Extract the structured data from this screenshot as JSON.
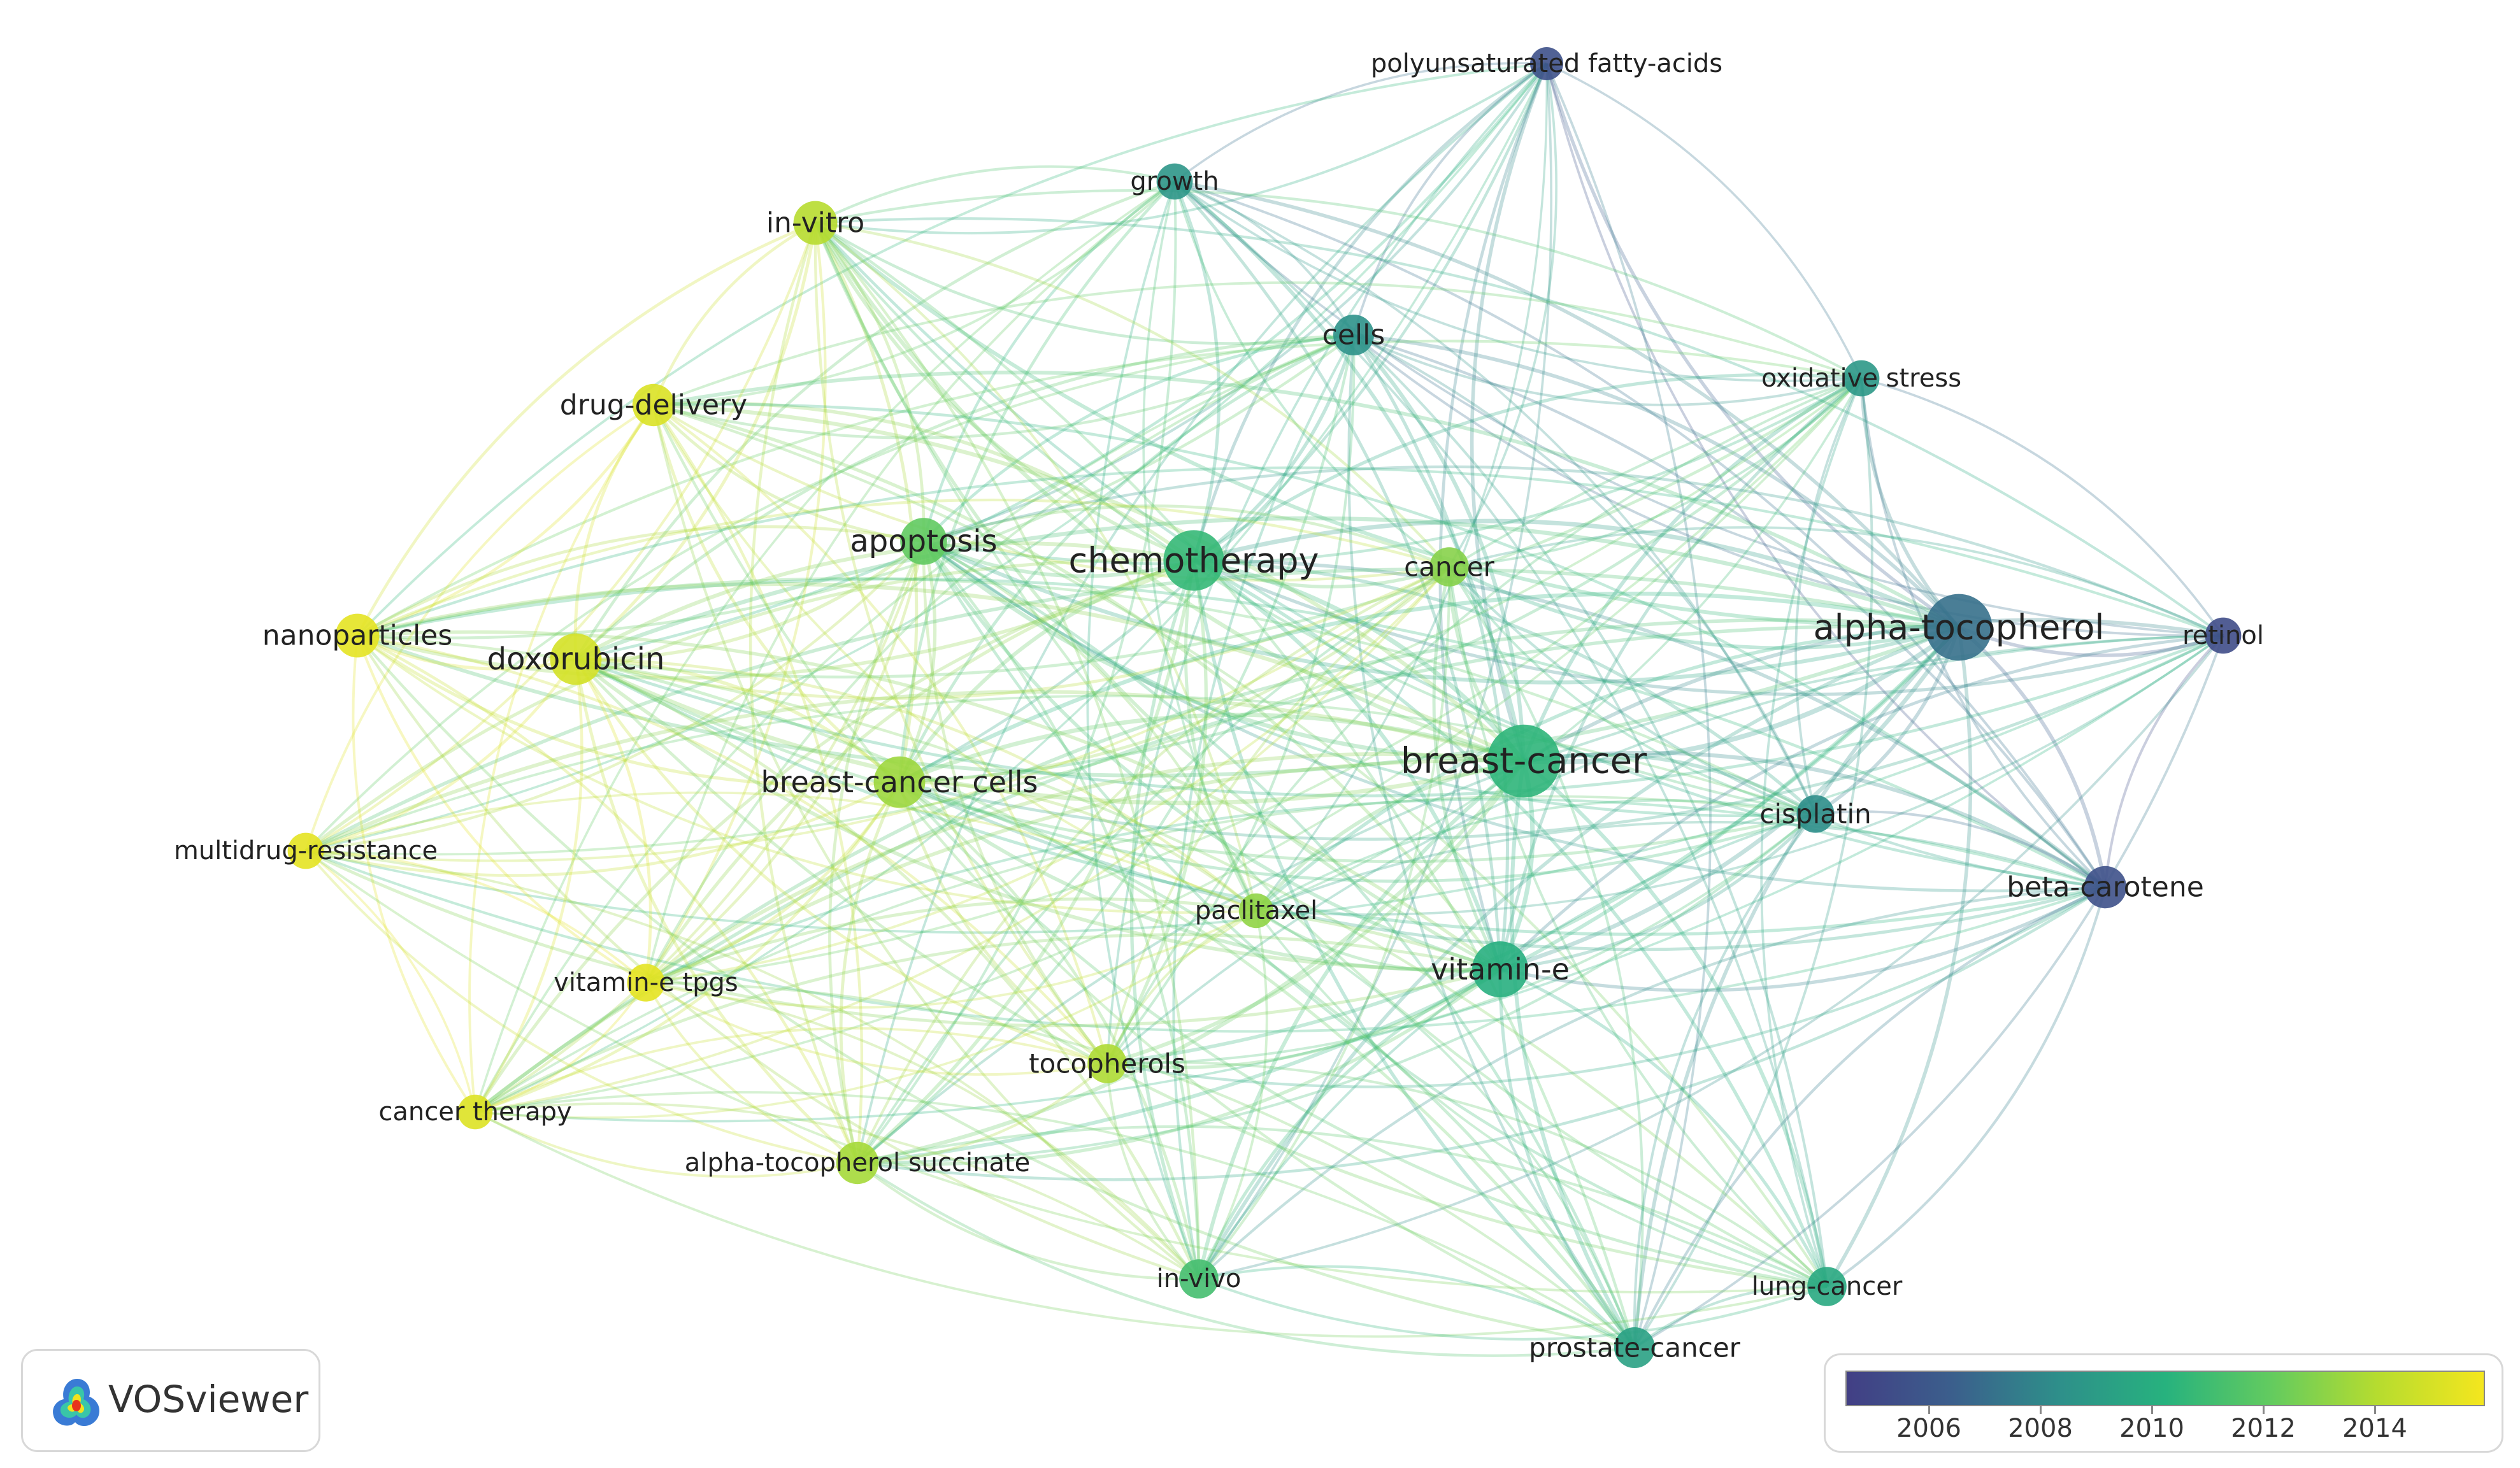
{
  "nodes": [
    {
      "id": "polyunsaturated-fatty-acids",
      "label": "polyunsaturated fatty-acids",
      "year": 2005.3,
      "weight": 1.0
    },
    {
      "id": "growth",
      "label": "growth",
      "year": 2008.4,
      "weight": 1.2
    },
    {
      "id": "in-vitro",
      "label": "in-vitro",
      "year": 2013.8,
      "weight": 1.7
    },
    {
      "id": "cells",
      "label": "cells",
      "year": 2008.2,
      "weight": 1.5
    },
    {
      "id": "oxidative-stress",
      "label": "oxidative stress",
      "year": 2008.5,
      "weight": 1.2
    },
    {
      "id": "drug-delivery",
      "label": "drug-delivery",
      "year": 2014.9,
      "weight": 1.6
    },
    {
      "id": "apoptosis",
      "label": "apoptosis",
      "year": 2011.8,
      "weight": 1.9
    },
    {
      "id": "chemotherapy",
      "label": "chemotherapy",
      "year": 2010.4,
      "weight": 2.8
    },
    {
      "id": "cancer",
      "label": "cancer",
      "year": 2012.7,
      "weight": 1.4
    },
    {
      "id": "alpha-tocopherol",
      "label": "alpha-tocopherol",
      "year": 2006.8,
      "weight": 3.2
    },
    {
      "id": "retinol",
      "label": "retinol",
      "year": 2005.0,
      "weight": 1.2
    },
    {
      "id": "nanoparticles",
      "label": "nanoparticles",
      "year": 2015.2,
      "weight": 1.7
    },
    {
      "id": "doxorubicin",
      "label": "doxorubicin",
      "year": 2014.7,
      "weight": 2.2
    },
    {
      "id": "breast-cancer",
      "label": "breast-cancer",
      "year": 2010.2,
      "weight": 3.6
    },
    {
      "id": "breast-cancer-cells",
      "label": "breast-cancer cells",
      "year": 2013.2,
      "weight": 2.2
    },
    {
      "id": "cisplatin",
      "label": "cisplatin",
      "year": 2008.0,
      "weight": 1.3
    },
    {
      "id": "multidrug-resistance",
      "label": "multidrug-resistance",
      "year": 2015.2,
      "weight": 1.2
    },
    {
      "id": "beta-carotene",
      "label": "beta-carotene",
      "year": 2005.3,
      "weight": 1.6
    },
    {
      "id": "paclitaxel",
      "label": "paclitaxel",
      "year": 2012.9,
      "weight": 1.1
    },
    {
      "id": "vitamin-e",
      "label": "vitamin-e",
      "year": 2009.8,
      "weight": 2.5
    },
    {
      "id": "vitamin-e-tpgs",
      "label": "vitamin-e tpgs",
      "year": 2015.2,
      "weight": 1.3
    },
    {
      "id": "tocopherols",
      "label": "tocopherols",
      "year": 2013.6,
      "weight": 1.4
    },
    {
      "id": "cancer-therapy",
      "label": "cancer therapy",
      "year": 2015.0,
      "weight": 1.1
    },
    {
      "id": "alpha-tocopherol-succinate",
      "label": "alpha-tocopherol succinate",
      "year": 2013.4,
      "weight": 1.6
    },
    {
      "id": "in-vivo",
      "label": "in-vivo",
      "year": 2010.9,
      "weight": 1.4
    },
    {
      "id": "lung-cancer",
      "label": "lung-cancer",
      "year": 2009.4,
      "weight": 1.4
    },
    {
      "id": "prostate-cancer",
      "label": "prostate-cancer",
      "year": 2009.0,
      "weight": 1.5
    }
  ],
  "legend": {
    "title": "",
    "ticks": [
      "2006",
      "2008",
      "2010",
      "2012",
      "2014"
    ],
    "range": [
      2004.2,
      2015.7
    ],
    "colors": [
      "#423f85",
      "#3b5f8c",
      "#2e8f8a",
      "#27b27e",
      "#63cb5f",
      "#b6dc2f",
      "#f4e61e"
    ]
  },
  "logo": {
    "text": "VOSviewer"
  }
}
